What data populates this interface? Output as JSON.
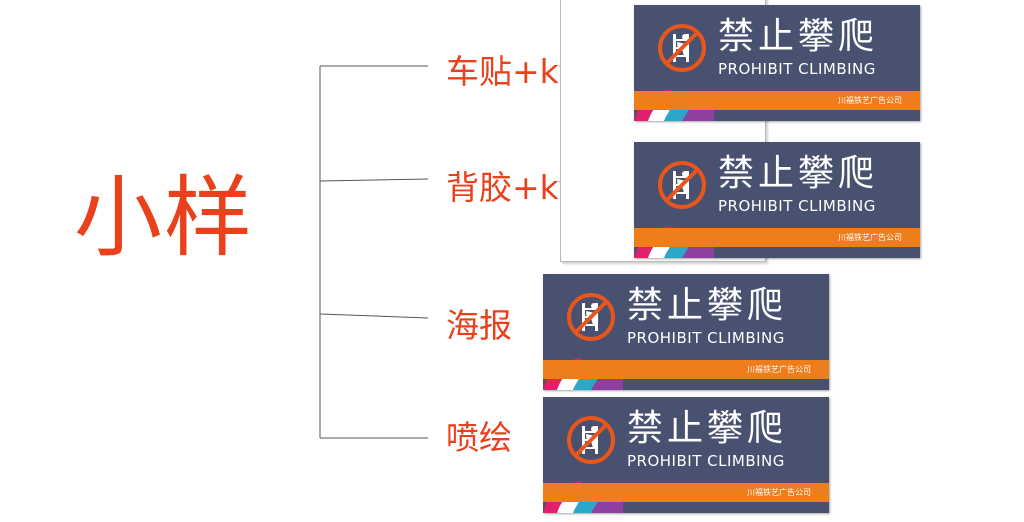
{
  "main_title": "小样",
  "branches": [
    {
      "label": "车贴+kt板"
    },
    {
      "label": "背胶+kt板"
    },
    {
      "label": "海报"
    },
    {
      "label": "喷绘"
    }
  ],
  "sign": {
    "title_cn": "禁止攀爬",
    "title_en": "PROHIBIT CLIMBING",
    "company": "川福铁艺广告公司",
    "icon": "no-climbing-icon"
  },
  "colors": {
    "accent": "#e8411c",
    "sign_bg": "#485170",
    "sign_stripe": "#ee7d1c",
    "prohibition_circle": "#e8561c"
  }
}
